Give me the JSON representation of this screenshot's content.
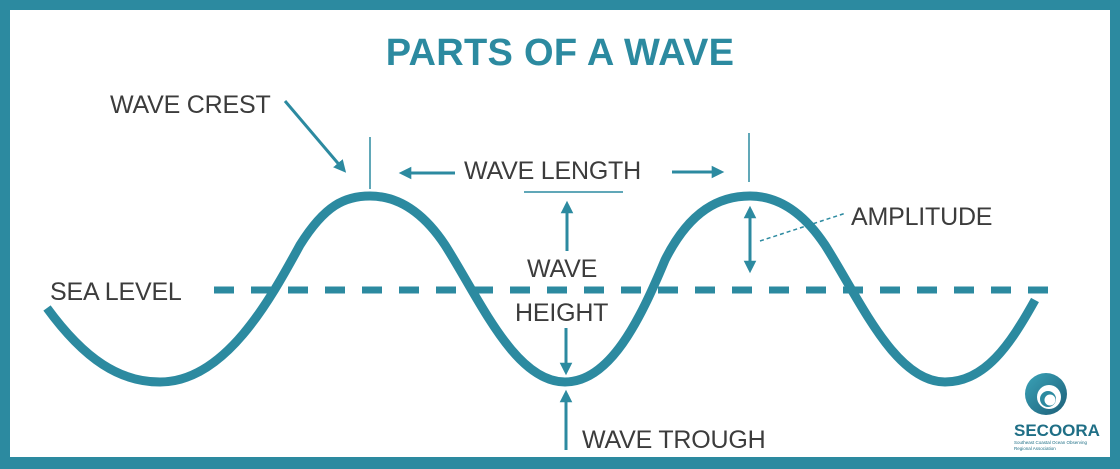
{
  "title": "PARTS OF A WAVE",
  "labels": {
    "wave_crest": "WAVE CREST",
    "wave_length": "WAVE LENGTH",
    "amplitude": "AMPLITUDE",
    "sea_level": "SEA LEVEL",
    "wave_height_line1": "WAVE",
    "wave_height_line2": "HEIGHT",
    "wave_trough": "WAVE TROUGH"
  },
  "logo": {
    "name": "SECOORA",
    "subtitle_line1": "Southeast Coastal Ocean Observing",
    "subtitle_line2": "Regional Association"
  },
  "colors": {
    "accent": "#2C8AA0",
    "text": "#3c3c3c",
    "background": "#ffffff"
  }
}
